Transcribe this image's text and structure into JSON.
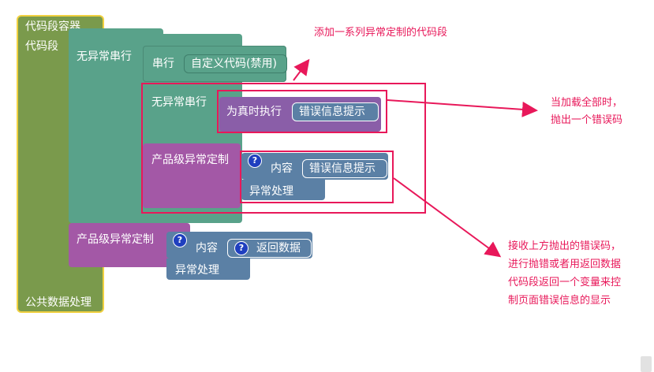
{
  "container": {
    "title": "代码段容器",
    "code_label": "代码段",
    "footer": "公共数据处理"
  },
  "outer_serial": {
    "label": "无异常串行",
    "serial_label": "串行",
    "custom_code": "自定义代码(禁用)"
  },
  "inner_serial": {
    "label": "无异常串行",
    "execute_label": "为真时执行",
    "message_block": "错误信息提示"
  },
  "inner_exception": {
    "label": "产品级异常定制",
    "content_label": "内容",
    "message_block": "错误信息提示",
    "handler_label": "异常处理",
    "help": "?"
  },
  "outer_exception": {
    "label": "产品级异常定制",
    "content_label": "内容",
    "return_block": "返回数据",
    "handler_label": "异常处理",
    "help": "?"
  },
  "annotations": {
    "top": "添加一系列异常定制的代码段",
    "right_line1": "当加载全部时，",
    "right_line2": "抛出一个错误码",
    "bottom_line1": "接收上方抛出的错误码，",
    "bottom_line2": "进行抛错或者用返回数据",
    "bottom_line3": "代码段返回一个变量来控",
    "bottom_line4": "制页面错误信息的显示"
  },
  "colors": {
    "container": "#7a9a4c",
    "container_border": "#f0d040",
    "serial": "#59a28a",
    "exception": "#a358a6",
    "content": "#5b80a5",
    "purple_field": "#8a5ea8",
    "annotation": "#e8185a"
  }
}
